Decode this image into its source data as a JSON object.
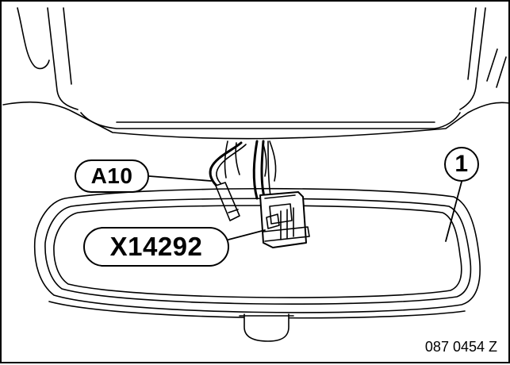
{
  "labels": {
    "a10": "A10",
    "connector": "X14292",
    "part_number": "1"
  },
  "figure_id": "087 0454 Z"
}
